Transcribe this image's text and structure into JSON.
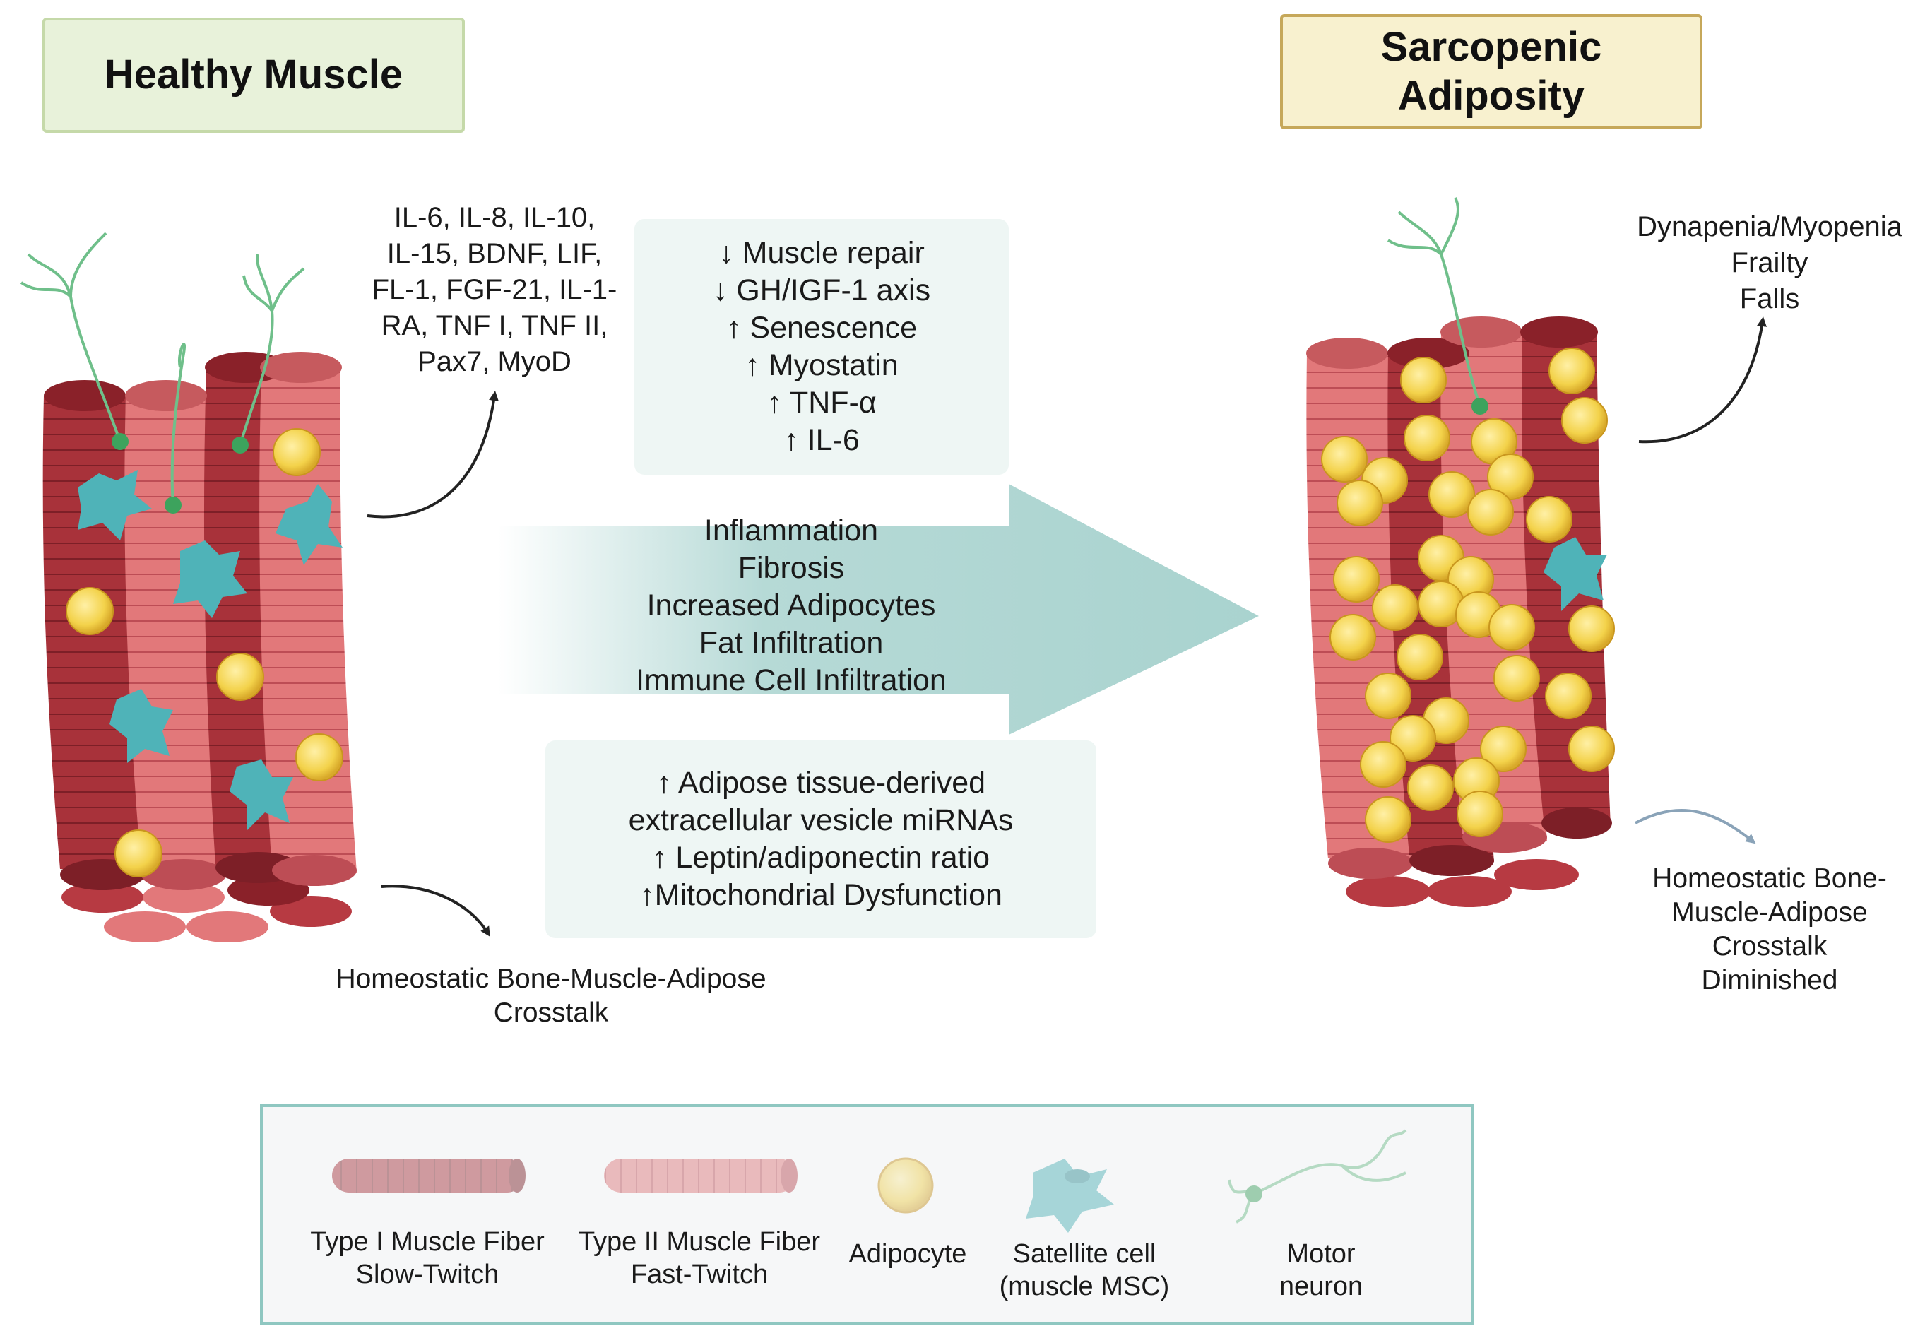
{
  "titles": {
    "healthy": "Healthy Muscle",
    "sarcopenic": [
      "Sarcopenic",
      "Adiposity"
    ]
  },
  "cytokines": [
    "IL-6, IL-8, IL-10,",
    "IL-15, BDNF, LIF,",
    "FL-1, FGF-21, IL-1-",
    "RA, TNF I, TNF II,",
    "Pax7, MyoD"
  ],
  "top_panel": [
    "↓ Muscle repair",
    "↓ GH/IGF-1 axis",
    "↑ Senescence",
    "↑ Myostatin",
    "↑ TNF-α",
    "↑ IL-6"
  ],
  "arrow_text": [
    "Inflammation",
    "Fibrosis",
    "Increased Adipocytes",
    "Fat Infiltration",
    "Immune Cell Infiltration"
  ],
  "bottom_panel": [
    "↑ Adipose tissue-derived",
    "extracellular vesicle miRNAs",
    "↑ Leptin/adiponectin ratio",
    "↑Mitochondrial Dysfunction"
  ],
  "healthy_crosstalk": [
    "Homeostatic Bone-Muscle-Adipose",
    "Crosstalk"
  ],
  "outcomes": [
    "Dynapenia/Myopenia",
    "Frailty",
    "Falls"
  ],
  "diminished_crosstalk": [
    "Homeostatic Bone-",
    "Muscle-Adipose",
    "Crosstalk",
    "Diminished"
  ],
  "legend": {
    "type1": [
      "Type I Muscle Fiber",
      "Slow-Twitch"
    ],
    "type2": [
      "Type II Muscle Fiber",
      "Fast-Twitch"
    ],
    "adipocyte": [
      "Adipocyte"
    ],
    "satellite": [
      "Satellite cell",
      "(muscle MSC)"
    ],
    "neuron": [
      "Motor",
      "neuron"
    ]
  },
  "colors": {
    "type1_fiber": "#a8323a",
    "type2_fiber": "#e2787a",
    "adipocyte": "#f3d24a",
    "satellite_cell": "#4fb3b8",
    "motor_neuron": "#6fbf8a",
    "arrow": "#a9d3cf",
    "healthy_title_bg": "#e8f2da",
    "sarcopenic_title_bg": "#f8f1cf",
    "legend_border": "#8fc7c1"
  }
}
